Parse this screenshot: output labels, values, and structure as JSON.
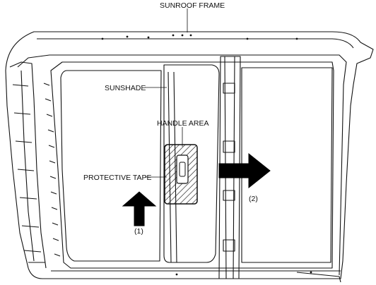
{
  "labels": {
    "sunroof_frame": "SUNROOF FRAME",
    "sunshade": "SUNSHADE",
    "handle_area": "HANDLE AREA",
    "protective_tape": "PROTECTIVE TAPE",
    "step1": "(1)",
    "step2": "(2)"
  },
  "colors": {
    "line": "#111111",
    "arrow_fill": "#000000",
    "background": "#ffffff"
  }
}
